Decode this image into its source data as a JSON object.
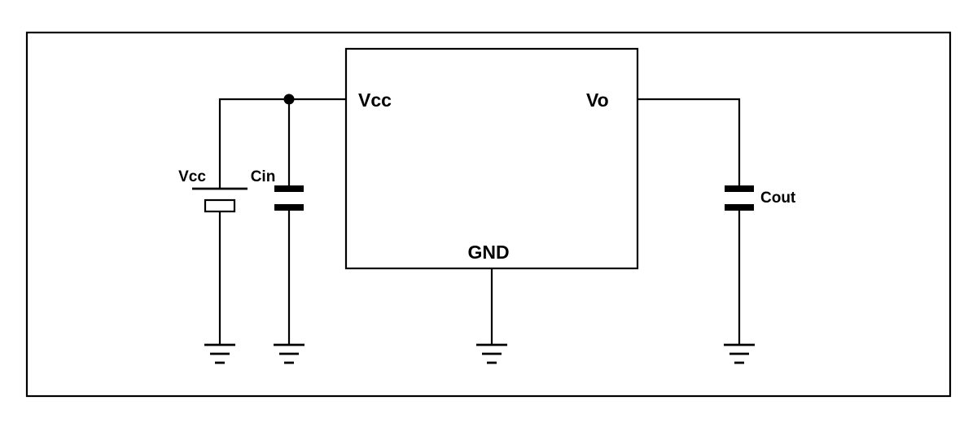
{
  "colors": {
    "line": "#000000",
    "background": "#ffffff"
  },
  "ic": {
    "pin_vcc_label": "Vcc",
    "pin_vo_label": "Vo",
    "pin_gnd_label": "GND"
  },
  "components": {
    "supply_label": "Vcc",
    "input_capacitor_label": "Cin",
    "output_capacitor_label": "Cout"
  }
}
